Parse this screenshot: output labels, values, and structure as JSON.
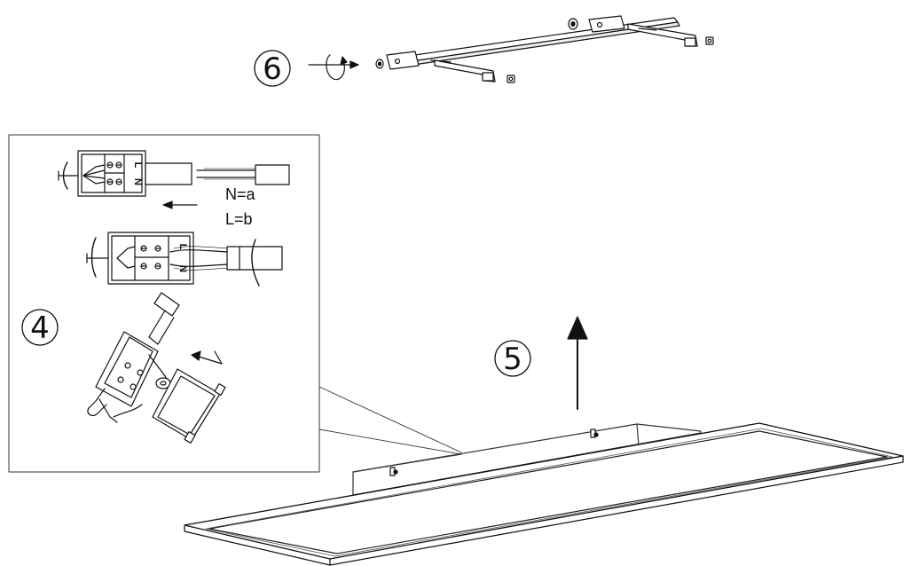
{
  "steps": {
    "six": "6",
    "four": "4",
    "five": "5"
  },
  "wiring": {
    "neutral": "N=a",
    "live": "L=b",
    "terminal_l": "L",
    "terminal_n": "N"
  },
  "colors": {
    "line": "#111111",
    "background": "#ffffff",
    "panel_edge": "#333333"
  },
  "icons": {
    "rotate": "rotate-arrow-icon",
    "insert": "arrow-left-icon",
    "lift": "arrow-up-icon"
  }
}
